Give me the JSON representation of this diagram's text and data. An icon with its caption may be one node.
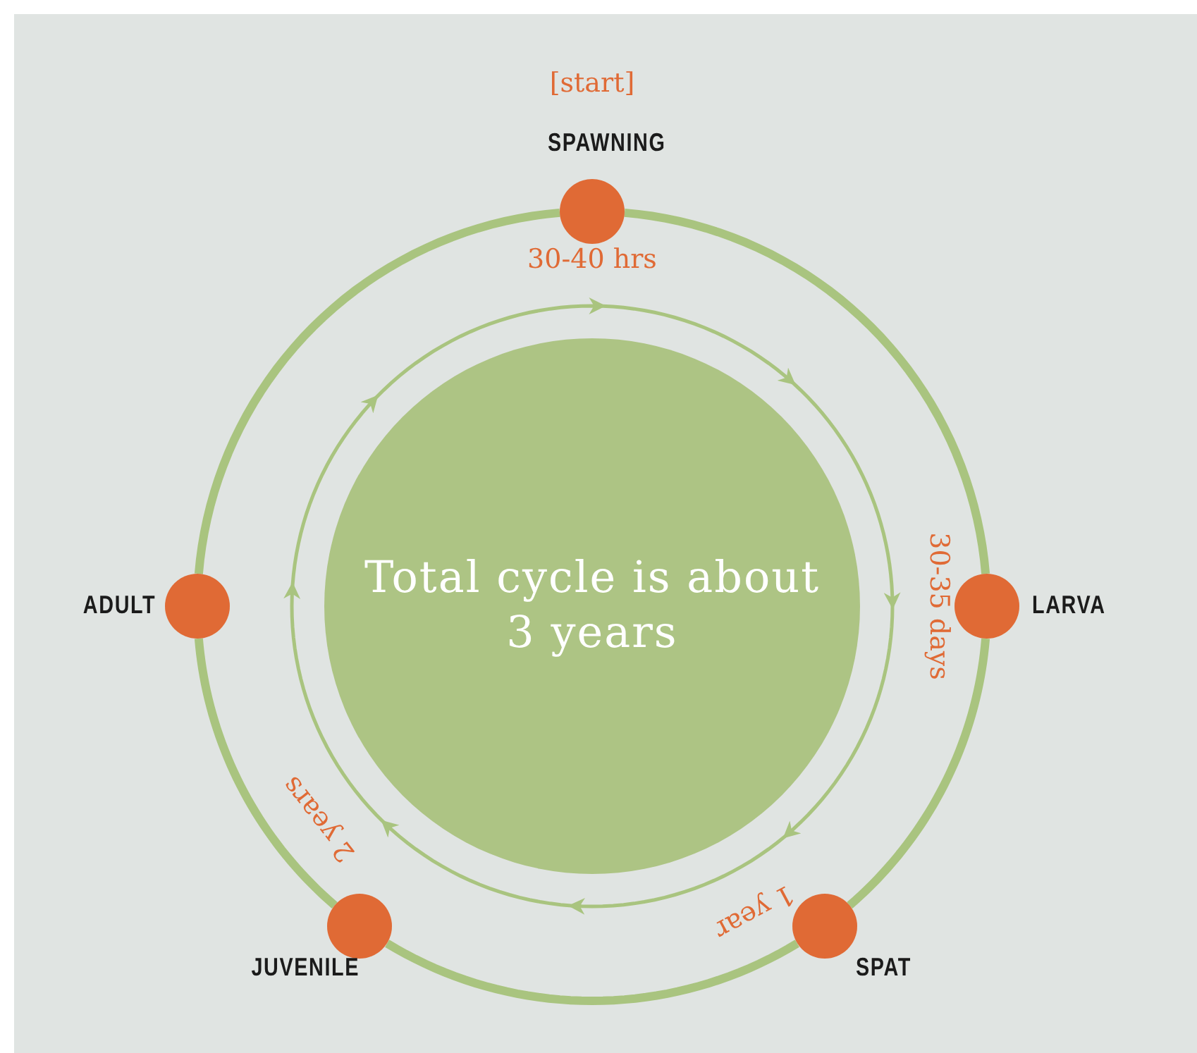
{
  "diagram": {
    "nodes": [
      {
        "text": [
          "Total cycle is about 3 years"
        ]
      },
      {
        "text": [],
        "shape": "circle",
        "beside": [
          "SPAWNING"
        ]
      },
      {
        "text": [],
        "shape": "circle",
        "beside": [
          "LARVA"
        ]
      },
      {
        "text": [],
        "shape": "circle",
        "beside": [
          "SPAT"
        ]
      },
      {
        "text": [],
        "shape": "circle",
        "beside": [
          "JUVENILE"
        ]
      },
      {
        "text": [],
        "shape": "circle",
        "beside": [
          "ADULT"
        ]
      }
    ],
    "edges": [
      {
        "from": 1,
        "to": 2,
        "arrow": "none",
        "label": "30-40 hrs"
      },
      {
        "from": 2,
        "to": 3,
        "arrow": "none",
        "label": "30-35 days"
      },
      {
        "from": 3,
        "to": 4,
        "arrow": "none",
        "label": "1 year"
      },
      {
        "from": 4,
        "to": 5,
        "arrow": "none",
        "label": "2 years"
      },
      {
        "from": 5,
        "to": 1,
        "arrow": "none"
      }
    ],
    "labels": [
      "[start]"
    ]
  }
}
